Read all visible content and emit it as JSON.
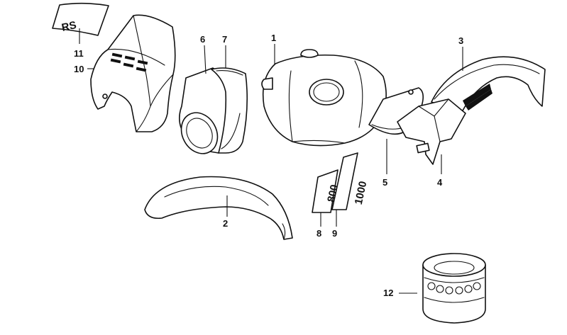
{
  "colors": {
    "ink": "#111111",
    "paper": "#ffffff"
  },
  "decals": {
    "badge": "RS",
    "d800": "800",
    "d1000": "1000"
  },
  "callouts": [
    {
      "id": "fuel-tank",
      "label": "1"
    },
    {
      "id": "front-mudguard",
      "label": "2"
    },
    {
      "id": "rear-mudguard",
      "label": "3"
    },
    {
      "id": "rear-mudguard-bracket",
      "label": "4"
    },
    {
      "id": "side-cover",
      "label": "5"
    },
    {
      "id": "headlight-cowl",
      "label": "6"
    },
    {
      "id": "headlight-cowl-inner",
      "label": "7"
    },
    {
      "id": "decal-800",
      "label": "8"
    },
    {
      "id": "decal-1000",
      "label": "9"
    },
    {
      "id": "fairing",
      "label": "10"
    },
    {
      "id": "fairing-badge",
      "label": "11"
    },
    {
      "id": "filter-cartridge",
      "label": "12"
    }
  ]
}
